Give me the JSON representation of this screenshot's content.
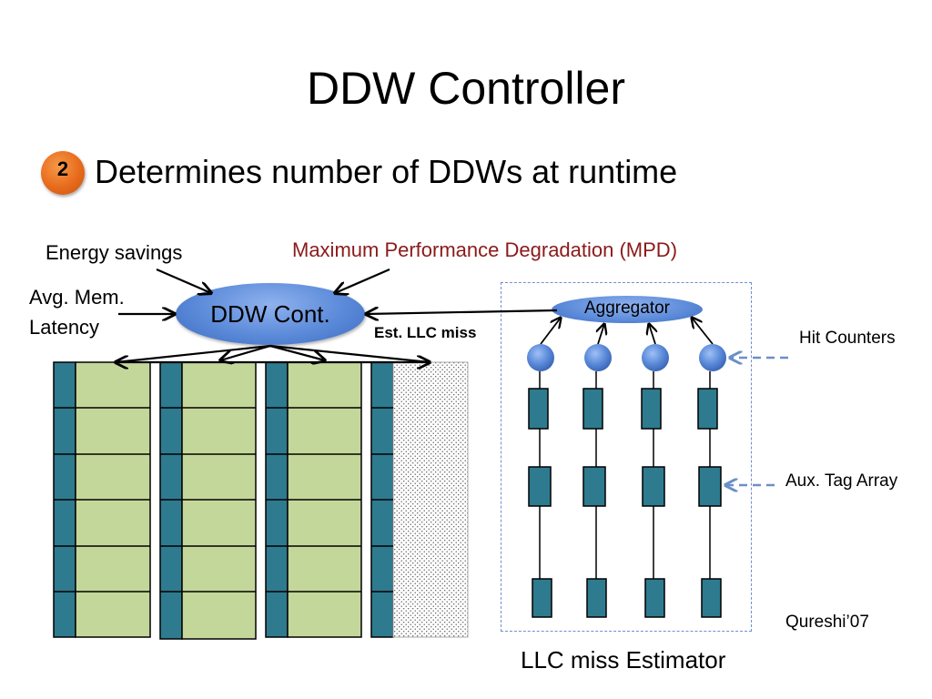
{
  "title": "DDW Controller",
  "bullet": {
    "number": "2",
    "text": "Determines number of DDWs at runtime"
  },
  "inputs": {
    "energy": "Energy savings",
    "mpd": "Maximum Performance Degradation (MPD)",
    "avg_mem_1": "Avg. Mem.",
    "avg_mem_2": "Latency"
  },
  "controller": {
    "label": "DDW Cont."
  },
  "est_llc_miss": "Est. LLC miss",
  "aggregator": "Aggregator",
  "hit_counters": "Hit Counters",
  "aux_tag_array": "Aux. Tag Array",
  "citation": "Qureshi’07",
  "estimator_caption": "LLC miss Estimator",
  "colors": {
    "tag_teal": "#2e7b8f",
    "data_green": "#c4d79b",
    "ellipse_blue": "#5b8ad9",
    "mpd_red": "#8b1a1a",
    "badge_orange": "#e86b1c",
    "dashed_arrow": "#6a90c8"
  }
}
